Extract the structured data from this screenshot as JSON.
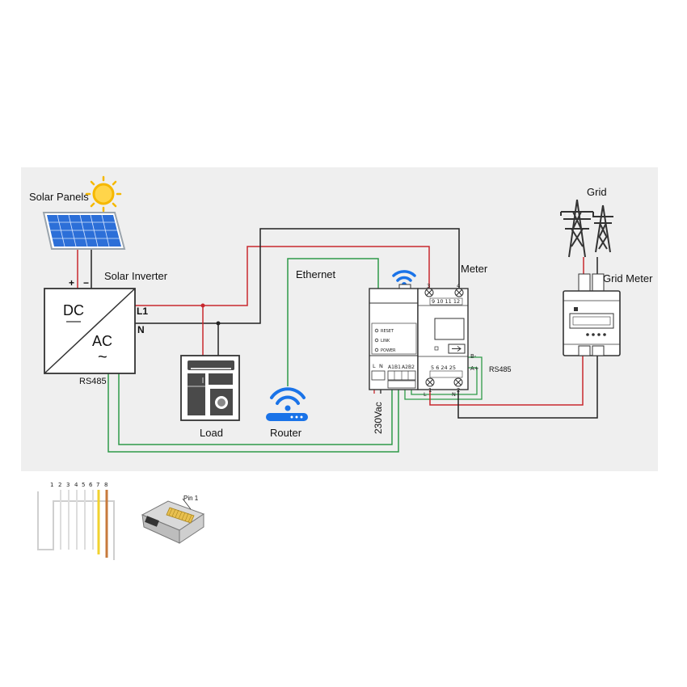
{
  "labels": {
    "solar_panels": "Solar Panels",
    "plus": "+",
    "minus": "−",
    "solar_inverter": "Solar Inverter",
    "dc": "DC",
    "ac": "AC",
    "ac_symbol": "~",
    "l1": "L1",
    "n": "N",
    "rs485_inverter": "RS485",
    "load": "Load",
    "router": "Router",
    "ethernet": "Ethernet",
    "meter": "Meter",
    "grid": "Grid",
    "grid_meter": "Grid Meter",
    "vac": "230Vac",
    "rs485_meter": "RS485",
    "b_minus": "B-",
    "a_plus": "A+",
    "pin1": "Pin 1"
  },
  "gateway": {
    "reset": "RESET",
    "link": "LINK",
    "power": "POWER",
    "term_l": "L",
    "term_n": "N",
    "terms_bus": [
      "A1",
      "B1",
      "A2",
      "B2"
    ]
  },
  "meter": {
    "top_terminals": [
      "3",
      "4"
    ],
    "top_numbers": "9 10 11 12",
    "bottom_numbers": "5  6  24 25",
    "bottom_terminals": [
      "1",
      "2"
    ],
    "under_l": "L",
    "under_n": "N"
  },
  "rj45_pins": [
    "1",
    "2",
    "3",
    "4",
    "5",
    "6",
    "7",
    "8"
  ],
  "colors": {
    "background": "#efefef",
    "live_wire": "#c8282e",
    "neutral_wire": "#222222",
    "rs485_wire": "#2e9a48",
    "ethernet_wire": "#2e9a48",
    "wifi_blue": "#1a73e8",
    "sun": "#f5b800",
    "panel_blue": "#2c6fd8"
  }
}
